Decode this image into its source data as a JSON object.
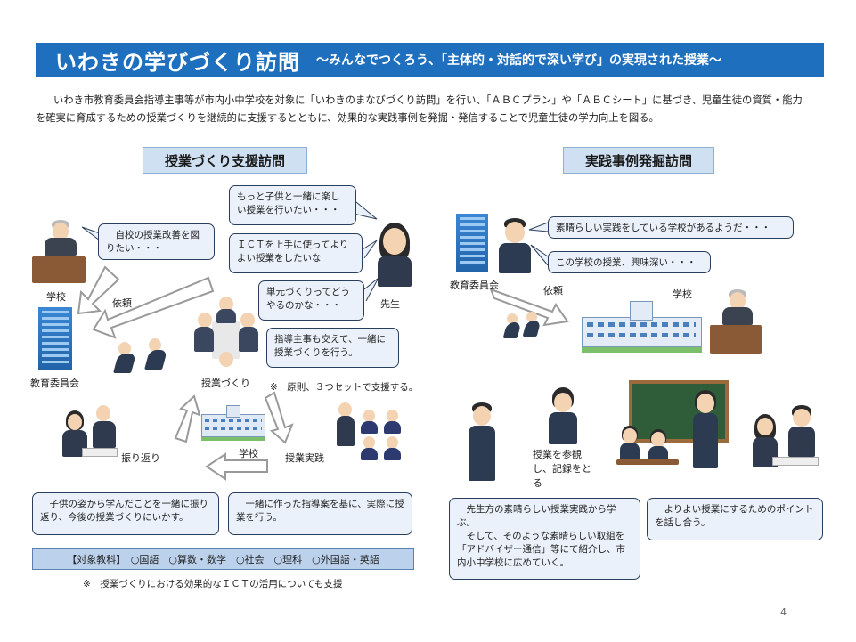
{
  "header": {
    "title": "いわきの学びづくり訪問",
    "subtitle": "～みんなでつくろう、「主体的・対話的で深い学び」の実現された授業～"
  },
  "intro": {
    "line1": "いわき市教育委員会指導主事等が市内小中学校を対象に「いわきのまなびづくり訪問」を行い、「ＡＢＣプラン」や「ＡＢＣシート」に基づき、児童生徒の資質・能力",
    "line2": "を確実に育成するための授業づくりを継続的に支援するとともに、効果的な実践事例を発掘・発信することで児童生徒の学力向上を図る。"
  },
  "left": {
    "section_title": "授業づくり支援訪問",
    "bubbles": {
      "school": "　自校の授業改善を図りたい・・・",
      "teacher1": "もっと子供と一緒に楽しい授業を行いたい・・・",
      "teacher2": "ＩＣＴを上手に使ってよりよい授業をしたいな",
      "teacher3": "単元づくりってどうやるのかな・・・",
      "plan": "指導主事も交えて、一緒に授業づくりを行う。",
      "reflect": "　子供の姿から学んだことを一緒に振り返り、今後の授業づくりにいかす。",
      "practice": "　一緒に作った指導案を基に、実際に授業を行う。"
    },
    "labels": {
      "school": "学校",
      "request": "依頼",
      "board": "教育委員会",
      "teacher": "先生",
      "lesson_making": "授業づくり",
      "reflection": "振り返り",
      "center_school": "学校",
      "lesson_practice": "授業実践"
    },
    "note_set": "※　原則、３つセットで支援する。",
    "subjects": "【対象教科】　○国語　○算数・数学　○社会　○理科　○外国語・英語",
    "note_ict": "※　授業づくりにおける効果的なＩＣＴの活用についても支援"
  },
  "right": {
    "section_title": "実践事例発掘訪問",
    "bubbles": {
      "b1": "素晴らしい実践をしている学校があるようだ・・・",
      "b2": "この学校の授業、興味深い・・・",
      "spread": "　先生方の素晴らしい授業実践から学ぶ。\n　そして、そのような素晴らしい取組を「アドバイザー通信」等にて紹介し、市内小中学校に広めていく。",
      "discuss": "　よりよい授業にするためのポイントを話し合う。"
    },
    "labels": {
      "board": "教育委員会",
      "request": "依頼",
      "school": "学校",
      "observe": "授業を参観し、記録をとる"
    }
  },
  "page_number": "4",
  "colors": {
    "title_bar": "#1f6fbf",
    "section_bg": "#cfe0f3",
    "bubble_bg": "#eaf1fa",
    "subject_bg": "#bcd2ec"
  }
}
